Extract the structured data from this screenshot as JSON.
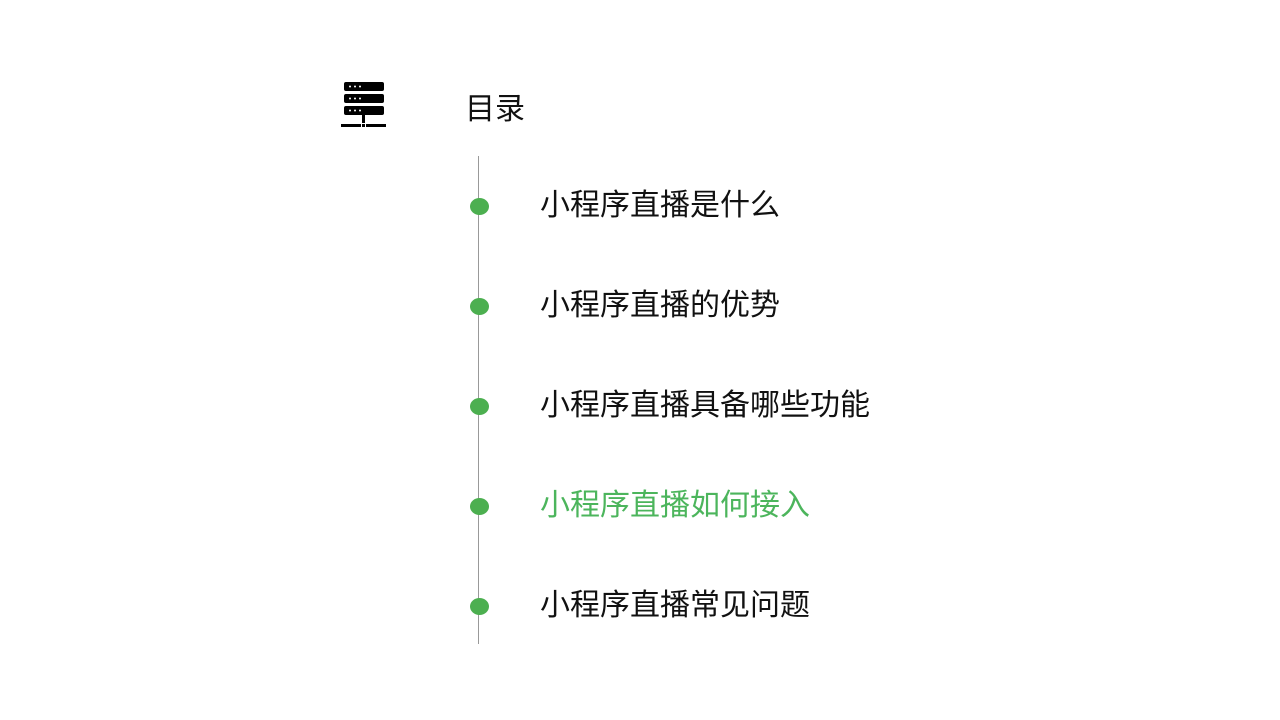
{
  "header": {
    "title": "目录",
    "icon": "server-network-icon"
  },
  "colors": {
    "accent": "#4CAF50",
    "active_text": "#4CB55C",
    "text": "#111111"
  },
  "items": [
    {
      "label": "小程序直播是什么",
      "active": false
    },
    {
      "label": "小程序直播的优势",
      "active": false
    },
    {
      "label": "小程序直播具备哪些功能",
      "active": false
    },
    {
      "label": "小程序直播如何接入",
      "active": true
    },
    {
      "label": "小程序直播常见问题",
      "active": false
    }
  ]
}
